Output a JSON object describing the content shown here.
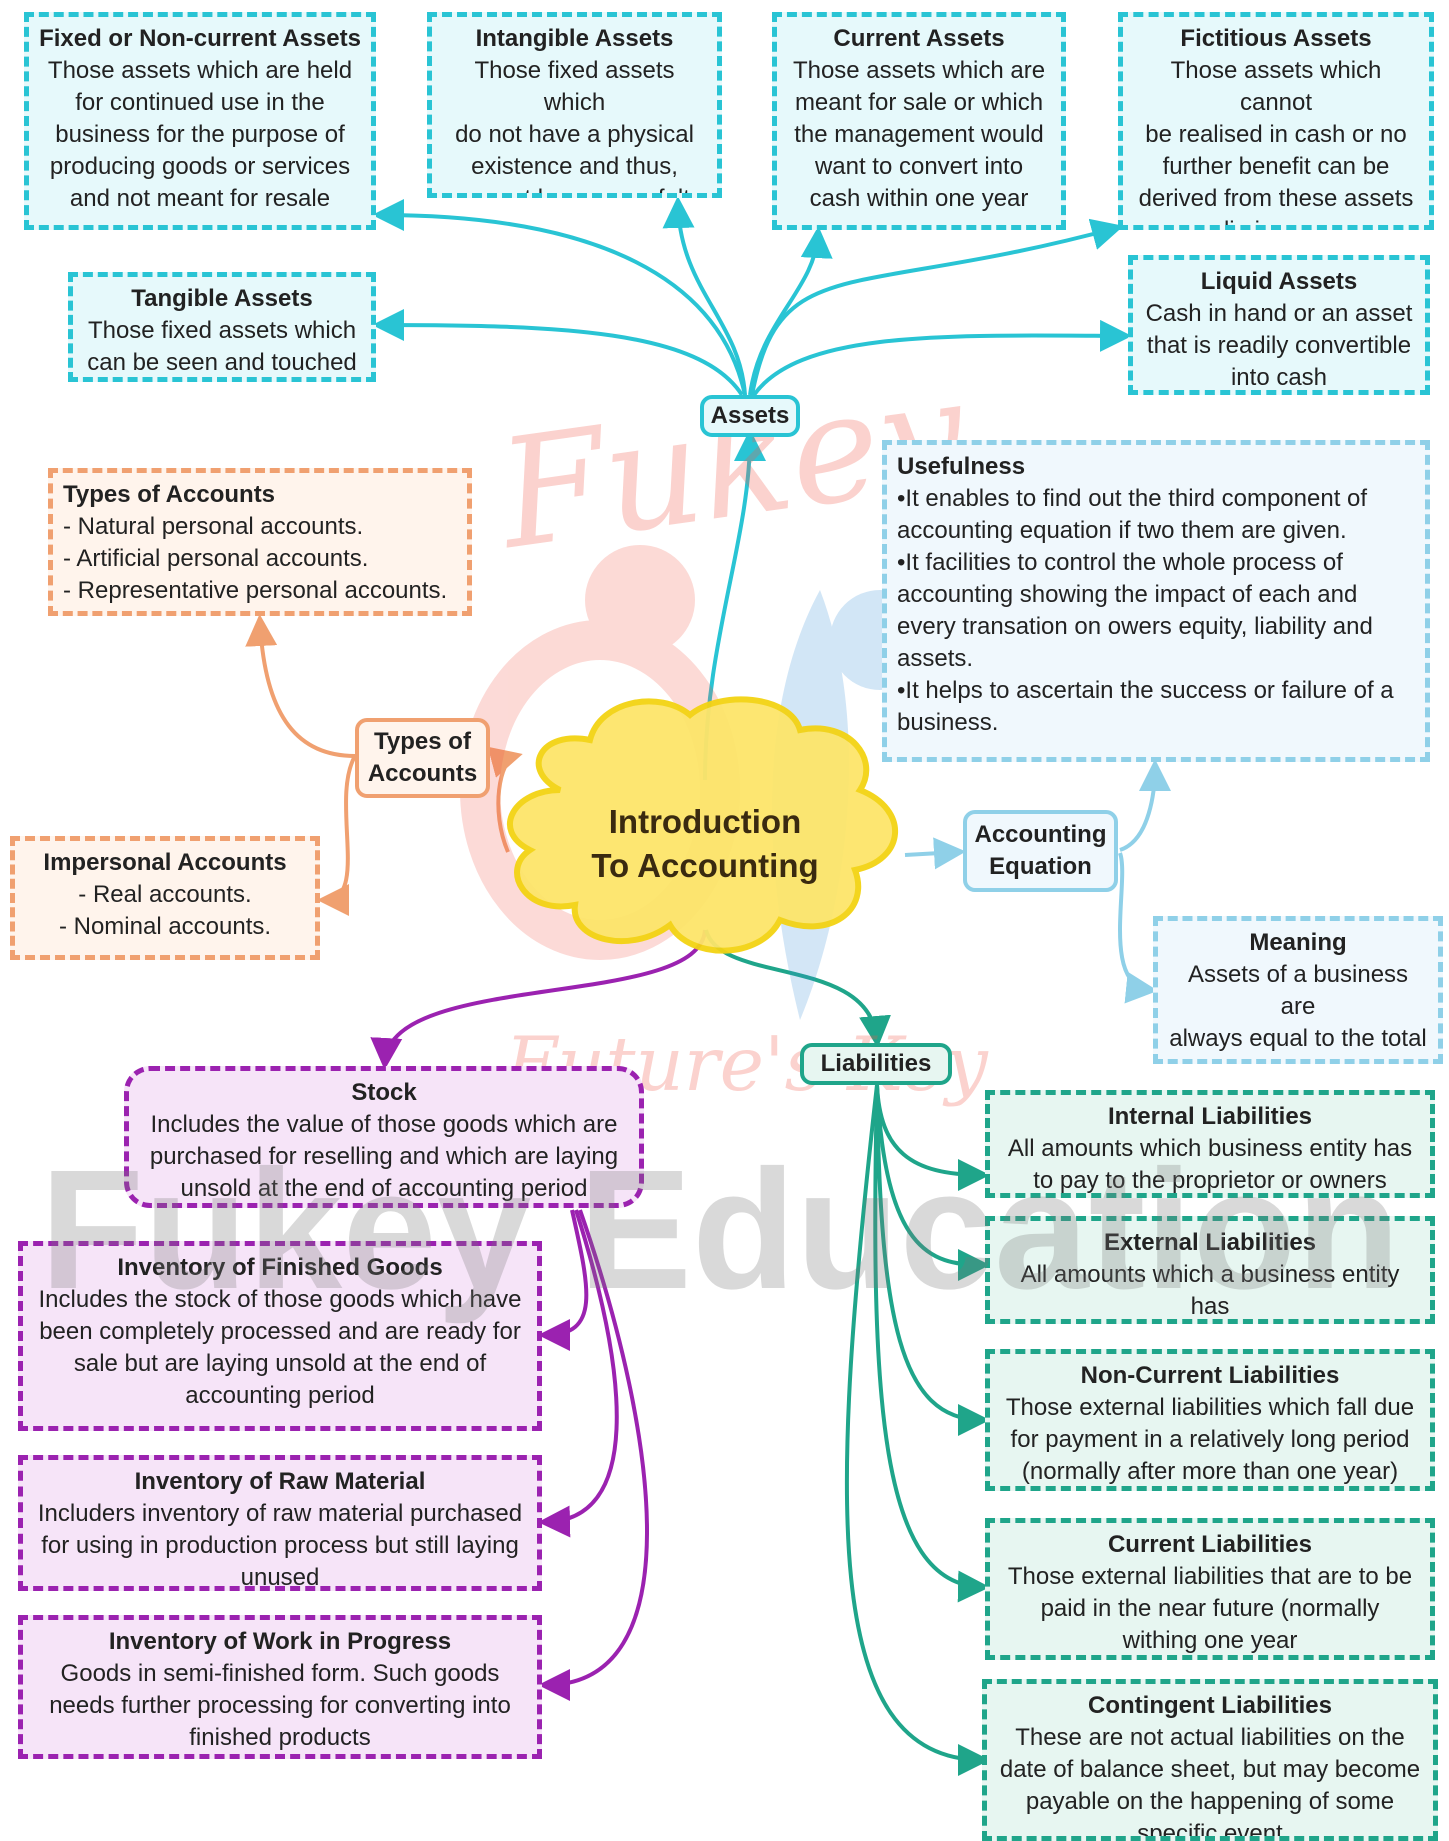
{
  "center": {
    "line1": "Introduction",
    "line2": "To Accounting"
  },
  "nodes": {
    "assets": "Assets",
    "types_of_accounts": {
      "line1": "Types of",
      "line2": "Accounts"
    },
    "accounting_equation": {
      "line1": "Accounting",
      "line2": "Equation"
    },
    "liabilities": "Liabilities"
  },
  "assets": {
    "fixed": {
      "title": "Fixed or Non-current Assets",
      "text": "Those assets which are held\nfor continued use in the\nbusiness for the purpose of\nproducing goods or services\nand not meant for resale"
    },
    "intangible": {
      "title": "Intangible Assets",
      "text": "Those fixed assets which\ndo not have a physical\nexistence and thus,\ncannot be seen or felt"
    },
    "current": {
      "title": "Current Assets",
      "text": "Those assets which are\nmeant for sale or which\nthe management would\nwant to  convert into\ncash within one year"
    },
    "fictitious": {
      "title": "Fictitious Assets",
      "text": "Those assets which cannot\nbe realised in cash or no\nfurther benefit can be\nderived  from these assets\ne.g., preliminary expenses"
    },
    "tangible": {
      "title": "Tangible Assets",
      "text": "Those fixed assets which\ncan be seen and touched"
    },
    "liquid": {
      "title": "Liquid Assets",
      "text": "Cash in hand or an asset\nthat is readily convertible\ninto cash"
    }
  },
  "types_of_accounts": {
    "title": "Types of Accounts",
    "items": [
      "- Natural personal accounts.",
      "- Artificial personal accounts.",
      "- Representative personal accounts."
    ]
  },
  "impersonal_accounts": {
    "title": "Impersonal Accounts",
    "items": [
      "- Real accounts.",
      "- Nominal accounts."
    ]
  },
  "usefulness": {
    "title": "Usefulness",
    "text": "•It enables to find out the third component of\naccounting equation if two  them are given.\n•It facilities to control the whole process of\naccounting showing the impact of each  and\nevery transation on owers equity,  liability and\nassets.\n•It helps to ascertain the success or failure  of a\nbusiness."
  },
  "meaning": {
    "title": "Meaning",
    "text": "Assets of a business are\nalways equal to the total\nof capital and liabilities"
  },
  "stock": {
    "main": {
      "title": "Stock",
      "text": "Includes the value of those goods which are\npurchased for reselling  and which are laying\nunsold at  the end of accounting period"
    },
    "finished": {
      "title": "Inventory of Finished Goods",
      "text": "Includes the stock of those goods which have\nbeen completely  processed and are ready for\nsale  but are laying unsold at the end  of\naccounting period"
    },
    "raw": {
      "title": "Inventory of Raw Material",
      "text": "Includers inventory of raw material purchased\nfor using in production process but still  laying\nunused"
    },
    "wip": {
      "title": "Inventory of Work in Progress",
      "text": "Goods in semi-finished form. Such goods\nneeds further  processing for converting  into\nfinished products"
    }
  },
  "liabilities": {
    "internal": {
      "title": "Internal Liabilities",
      "text": "All amounts which business entity has\nto pay to the proprietor or  owners"
    },
    "external": {
      "title": "External Liabilities",
      "text": "All amounts which a business entity has\nto pay to outsiders"
    },
    "noncurrent": {
      "title": "Non-Current Liabilities",
      "text": "Those external liabilities which fall due\nfor payment in a relatively long period\n(normally after more than  one year)"
    },
    "current": {
      "title": "Current Liabilities",
      "text": "Those external liabilities that are to be\npaid in the near future  (normally\nwithing one year"
    },
    "contingent": {
      "title": "Contingent Liabilities",
      "text": "These are not actual liabilities on the\ndate of balance sheet, but may  become\npayable on the happening  of some\nspecific event"
    }
  },
  "watermarks": {
    "logo_script": "Fukey",
    "tagline": "Future's Key",
    "brand": "Fukey Education"
  },
  "colors": {
    "assets": "#29c4d4",
    "types": "#f0a070",
    "equation": "#8fd0e8",
    "stock": "#9b22b0",
    "liabilities": "#1fa58a",
    "center_fill": "#fde56a",
    "center_border": "#f3d313"
  }
}
